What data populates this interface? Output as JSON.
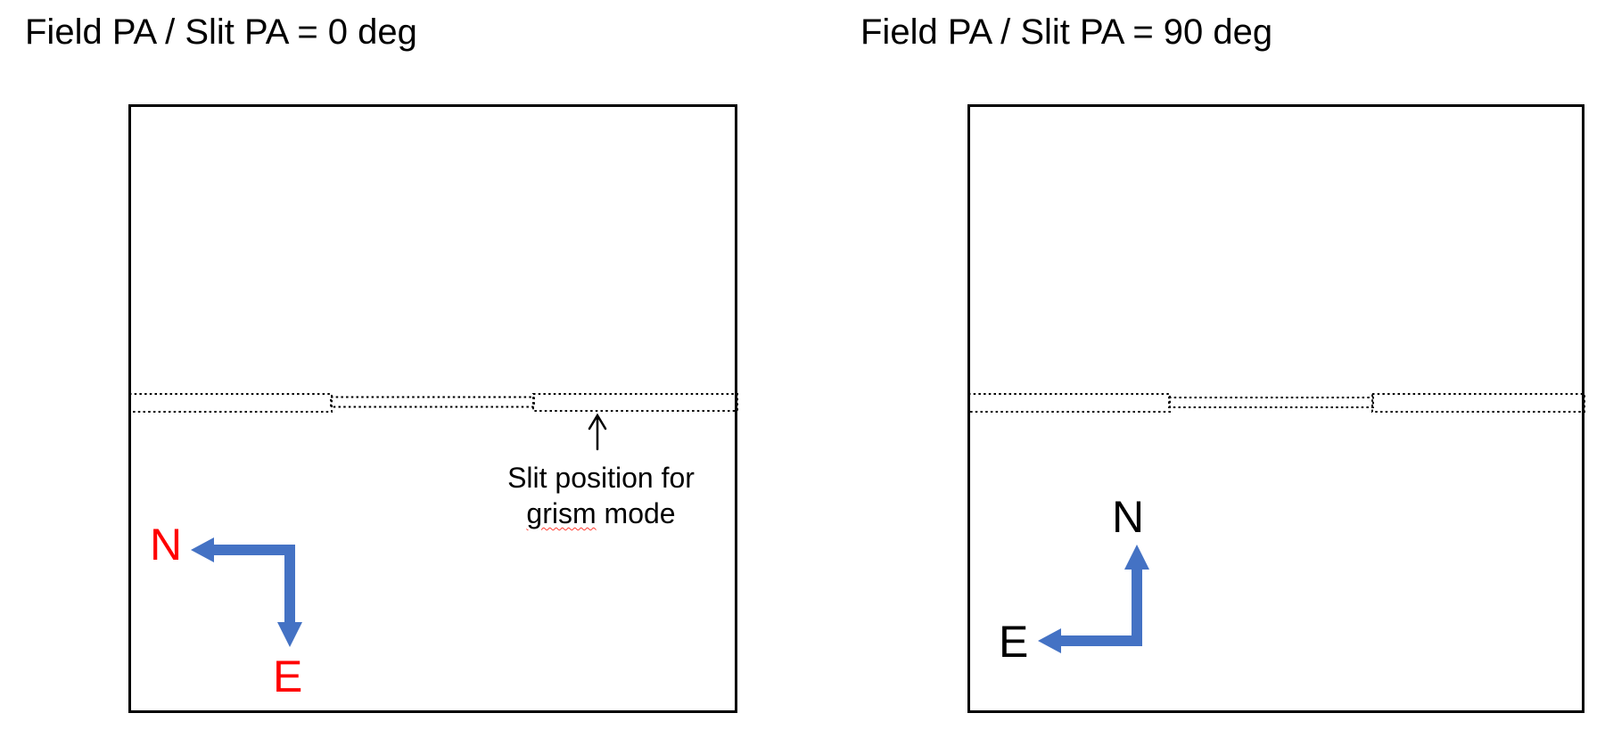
{
  "page": {
    "background": "#ffffff"
  },
  "panels": {
    "left": {
      "title": "Field PA / Slit PA = 0 deg",
      "compass": {
        "north": "N",
        "east": "E",
        "label_color": "#ff0000"
      },
      "annotation": {
        "line1": "Slit position for",
        "word_underlined": "grism",
        "line2_rest": " mode"
      }
    },
    "right": {
      "title": "Field PA / Slit PA = 90 deg",
      "compass": {
        "north": "N",
        "east": "E",
        "label_color": "#000000"
      }
    }
  },
  "colors": {
    "arrow_blue": "#4472c4",
    "box_border": "#000000",
    "slit_outline": "#000000",
    "annotation_arrow": "#000000",
    "spellcheck_underline": "#ff3b30",
    "title_text": "#000000"
  }
}
